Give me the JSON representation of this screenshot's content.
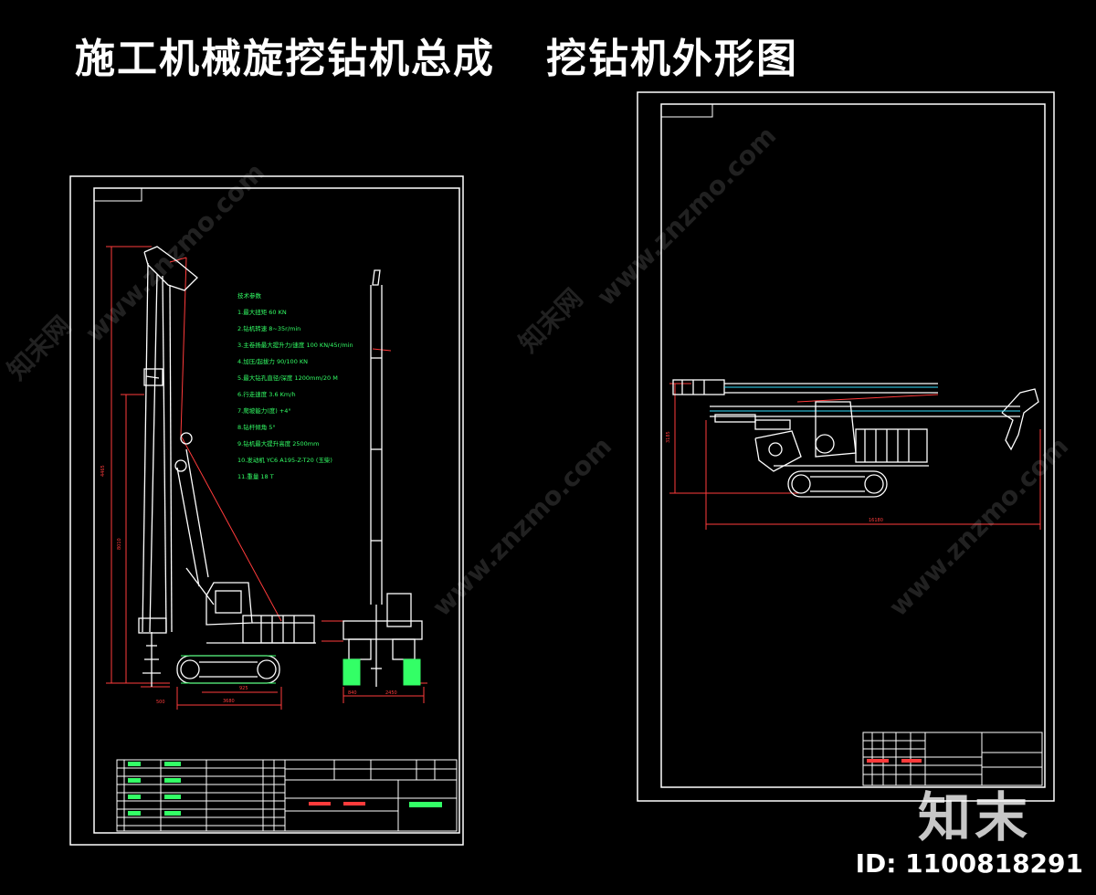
{
  "page": {
    "title_left": "施工机械旋挖钻机总成",
    "title_right": "挖钻机外形图",
    "id_label": "ID: 1100818291",
    "brand": "知末"
  },
  "watermarks": [
    "www.znzmo.com",
    "知末网",
    "www.znzmo.com",
    "知末网",
    "www.znzmo.com",
    "www.znzmo.com"
  ],
  "spec_notes": {
    "title": "技术参数",
    "items": [
      "1.最大扭矩  60  KN",
      "2.钻机转速  8~35r/min",
      "3.主卷扬最大提升力/速度  100 KN/45r/min",
      "4.加压/起拔力  90/100 KN",
      "5.最大钻孔直径/深度  1200mm/20 M",
      "6.行走速度  3.6 Km/h",
      "7.爬坡能力(度)  +4°",
      "8.钻杆倾角  5°",
      "9.钻机最大提升高度  2500mm",
      "10.发动机  YC6 A195-Z-T20 (玉柴)",
      "11.重量  18 T"
    ]
  },
  "colors": {
    "background": "#000000",
    "frame": "#ffffff",
    "dimension": "#ff3b3b",
    "notes": "#33ff66",
    "track": "#33ff66",
    "cyan": "#33e0ff"
  }
}
